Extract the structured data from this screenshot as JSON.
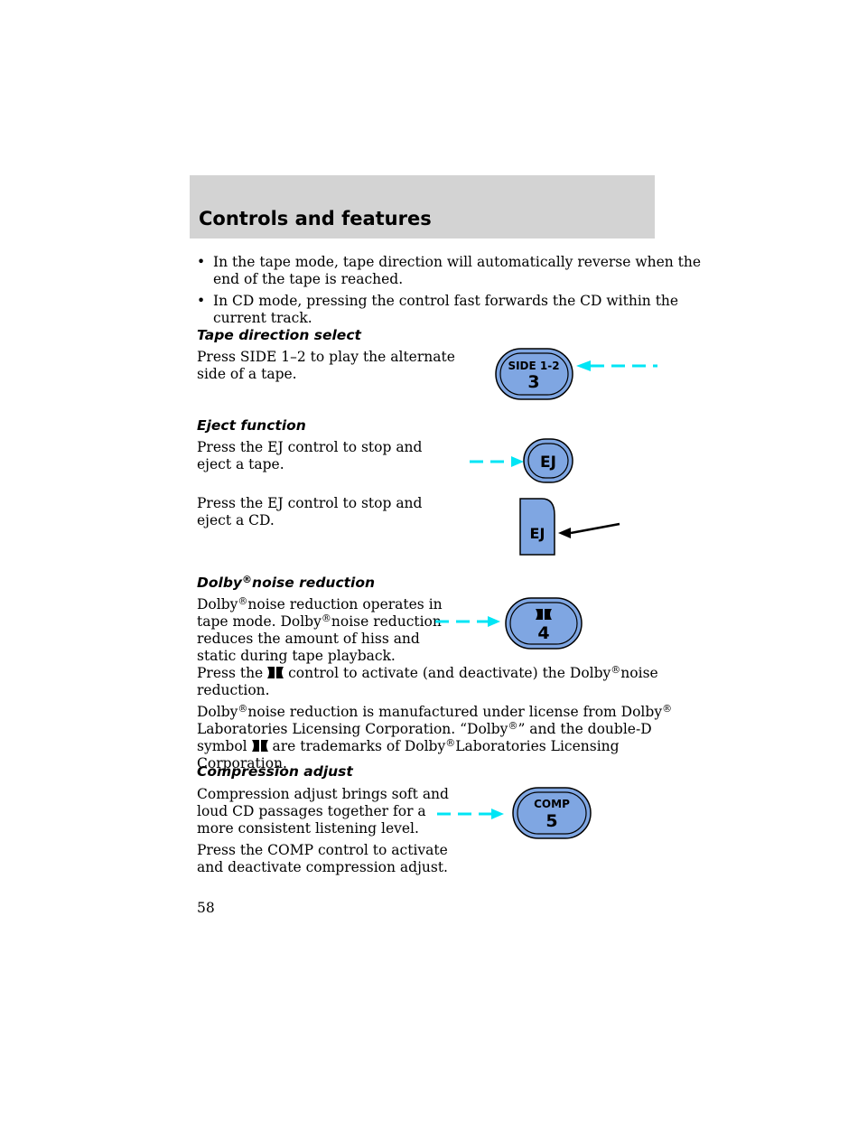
{
  "header": {
    "title": "Controls and features"
  },
  "bullets": [
    {
      "line1": "In the tape mode, tape direction will automatically reverse when the",
      "line2": "end of the tape is reached."
    },
    {
      "line1": "In CD mode, pressing the control fast forwards the CD within the",
      "line2": "current track."
    }
  ],
  "tape_direction": {
    "heading": "Tape direction select",
    "line1": "Press SIDE 1–2 to play the alternate",
    "line2": "side of a tape.",
    "button_top": "SIDE 1-2",
    "button_num": "3"
  },
  "eject": {
    "heading": "Eject function",
    "tape_line1": "Press the EJ control to stop and",
    "tape_line2": "eject a tape.",
    "cd_line1": "Press the EJ control to stop and",
    "cd_line2": "eject a CD.",
    "button_label": "EJ",
    "cd_button_label": "EJ"
  },
  "dolby": {
    "heading": "Dolby",
    "heading_rest": "noise reduction",
    "reg": "®",
    "p1_l1a": "Dolby",
    "p1_l1b": "noise reduction operates in",
    "p1_l2a": "tape mode. Dolby",
    "p1_l2b": "noise reduction",
    "p1_l3": "reduces the amount of hiss and",
    "p1_l4": "static during tape playback.",
    "p2_a": "Press the",
    "p2_b": "control to activate (and deactivate) the Dolby",
    "p2_c": "noise",
    "p2_l2": "reduction.",
    "p3_l1a": "Dolby",
    "p3_l1b": "noise reduction is manufactured under license from Dolby",
    "p3_l2a": "Laboratories Licensing Corporation. “Dolby",
    "p3_l2b": "” and the double-D",
    "p3_l3a": "symbol",
    "p3_l3b": "are trademarks of Dolby",
    "p3_l3c": "Laboratories Licensing",
    "p3_l4": "Corporation.",
    "button_num": "4"
  },
  "compression": {
    "heading": "Compression adjust",
    "p1_l1": "Compression adjust brings soft and",
    "p1_l2": "loud CD passages together for a",
    "p1_l3": "more consistent listening level.",
    "p2_l1": "Press the COMP control to activate",
    "p2_l2": "and deactivate compression adjust.",
    "button_top": "COMP",
    "button_num": "5"
  },
  "page_number": "58",
  "colors": {
    "header_bg": "#d3d3d3",
    "button_fill": "#7fa6e2",
    "arrow_cyan": "#00e5f5",
    "arrow_black": "#000000"
  },
  "icons": {
    "dolby": "double-d-icon",
    "bullet": "bullet-dot"
  }
}
